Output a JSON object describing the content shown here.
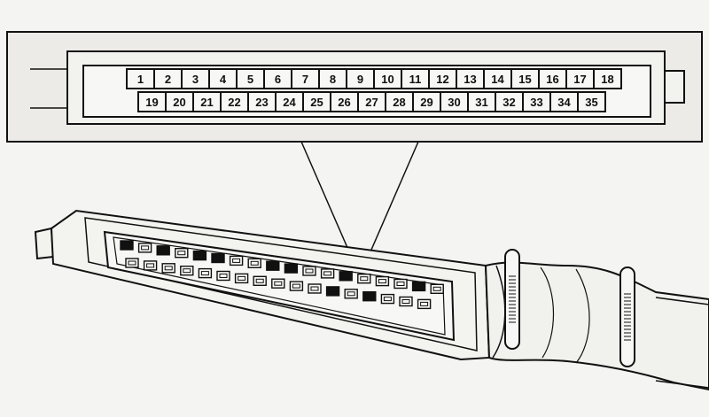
{
  "diagram": {
    "pins_top_row": [
      "1",
      "2",
      "3",
      "4",
      "5",
      "6",
      "7",
      "8",
      "9",
      "10",
      "11",
      "12",
      "13",
      "14",
      "15",
      "16",
      "17",
      "18"
    ],
    "pins_bottom_row": [
      "19",
      "20",
      "21",
      "22",
      "23",
      "24",
      "25",
      "26",
      "27",
      "28",
      "29",
      "30",
      "31",
      "32",
      "33",
      "34",
      "35"
    ]
  },
  "colors": {
    "ink": "#111111",
    "paper": "#f4f4f2",
    "callout_fill": "#ecebe8"
  }
}
